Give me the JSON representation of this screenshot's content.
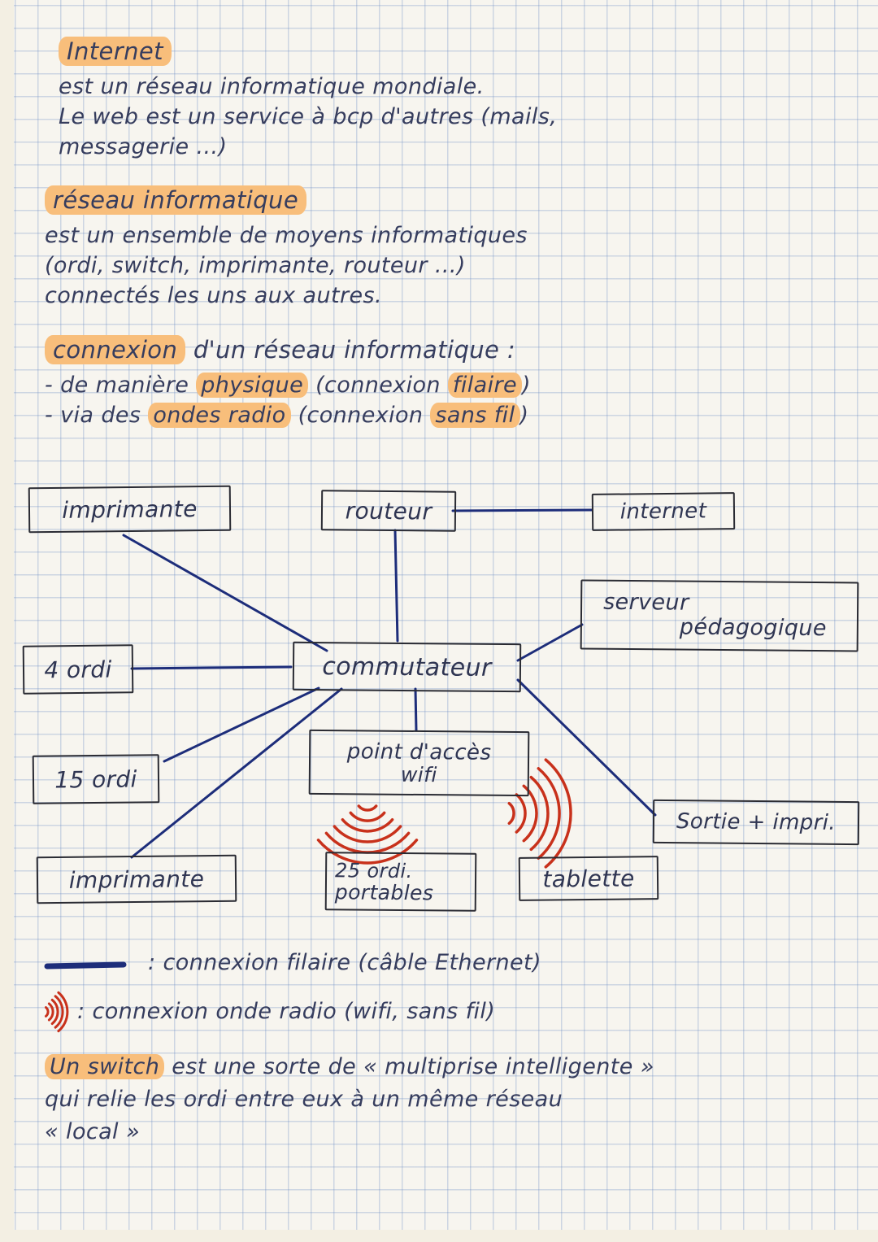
{
  "colors": {
    "ink": "#363d5e",
    "line": "#1d2d7a",
    "highlight": "#f8be7b",
    "wave": "#c8311b",
    "paper": "#f7f5ef"
  },
  "sections": {
    "internet": {
      "title": "Internet",
      "line1": "est un réseau informatique mondiale.",
      "line2": "Le web est un service à bcp d'autres (mails,",
      "line3": "messagerie ...)"
    },
    "reseau": {
      "title": "réseau informatique",
      "line1": "est un ensemble de moyens informatiques",
      "line2": "(ordi, switch, imprimante, routeur ...)",
      "line3": "connectés les uns aux autres."
    },
    "connexion": {
      "title": "connexion",
      "title_rest": " d'un réseau informatique :",
      "b1_pre": "- de manière ",
      "b1_hl1": "physique",
      "b1_mid": " (connexion ",
      "b1_hl2": "filaire",
      "b1_post": ")",
      "b2_pre": "- via des ",
      "b2_hl1": "ondes radio",
      "b2_mid": " (connexion ",
      "b2_hl2": "sans fil",
      "b2_post": ")"
    }
  },
  "diagram": {
    "nodes": {
      "imprimante_haut": {
        "label": "imprimante"
      },
      "routeur": {
        "label": "routeur"
      },
      "internet": {
        "label": "internet"
      },
      "serveur": {
        "label1": "serveur",
        "label2": "pédagogique"
      },
      "quatre_ordi": {
        "label": "4 ordi"
      },
      "commutateur": {
        "label": "commutateur"
      },
      "quinze_ordi": {
        "label": "15 ordi"
      },
      "point_acces": {
        "label1": "point d'accès",
        "label2": "wifi"
      },
      "imprimante_bas": {
        "label": "imprimante"
      },
      "ordi_portables": {
        "label1": "25 ordi.",
        "label2": "portables"
      },
      "tablette": {
        "label": "tablette"
      },
      "sortie": {
        "label": "Sortie + impri."
      }
    }
  },
  "legend": {
    "filaire": ": connexion filaire (câble Ethernet)",
    "radio": ": connexion onde radio (wifi, sans fil)"
  },
  "footer": {
    "hl": "Un switch",
    "line1_rest": " est une sorte de « multiprise intelligente »",
    "line2": "qui relie les ordi entre eux à un même réseau",
    "line3": "« local »"
  }
}
